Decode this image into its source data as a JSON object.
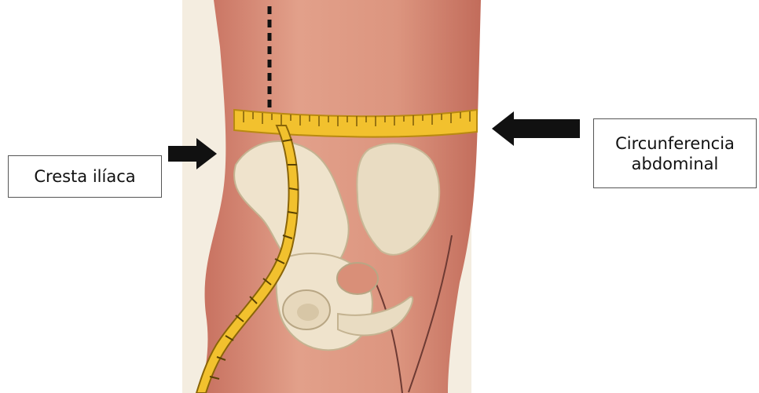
{
  "labels": {
    "iliac_crest": "Cresta ilíaca",
    "abdominal_line1": "Circunferencia",
    "abdominal_line2": "abdominal"
  },
  "colors": {
    "skin": "#d98f78",
    "skin_shadow": "#b9675a",
    "background_panel": "#f4ede0",
    "bone": "#efe3cc",
    "bone_shadow": "#c9b99a",
    "tape": "#f2c12e",
    "tape_edge": "#b98a10",
    "arrow": "#111111"
  }
}
